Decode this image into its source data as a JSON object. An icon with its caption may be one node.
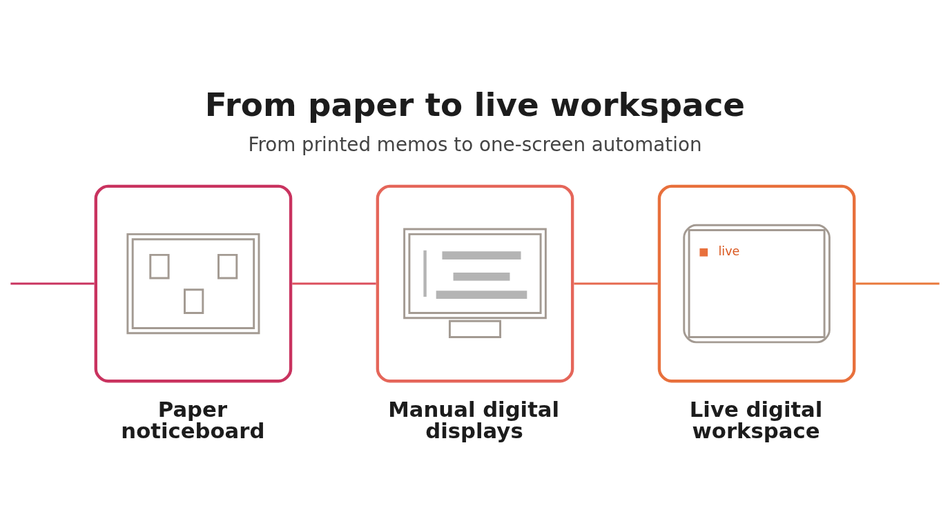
{
  "diagram": {
    "title": "From paper to live workspace",
    "nodes": [
      {
        "text": [
          "Paper noticeboard"
        ]
      },
      {
        "text": [
          "Manual digital displays"
        ]
      },
      {
        "text": [
          "live",
          "Live digital workspace"
        ]
      }
    ],
    "edges": [
      {
        "from": null,
        "to": 0,
        "arrow": "none",
        "color": "#c9335f"
      },
      {
        "from": 0,
        "to": 1,
        "arrow": "none",
        "color": "#dc4f5c"
      },
      {
        "from": 1,
        "to": 2,
        "arrow": "none",
        "color": "#e6694f"
      },
      {
        "from": 2,
        "to": null,
        "arrow": "none",
        "color": "#e9793b"
      }
    ],
    "labels": [
      "From printed memos to one-screen automation"
    ]
  }
}
